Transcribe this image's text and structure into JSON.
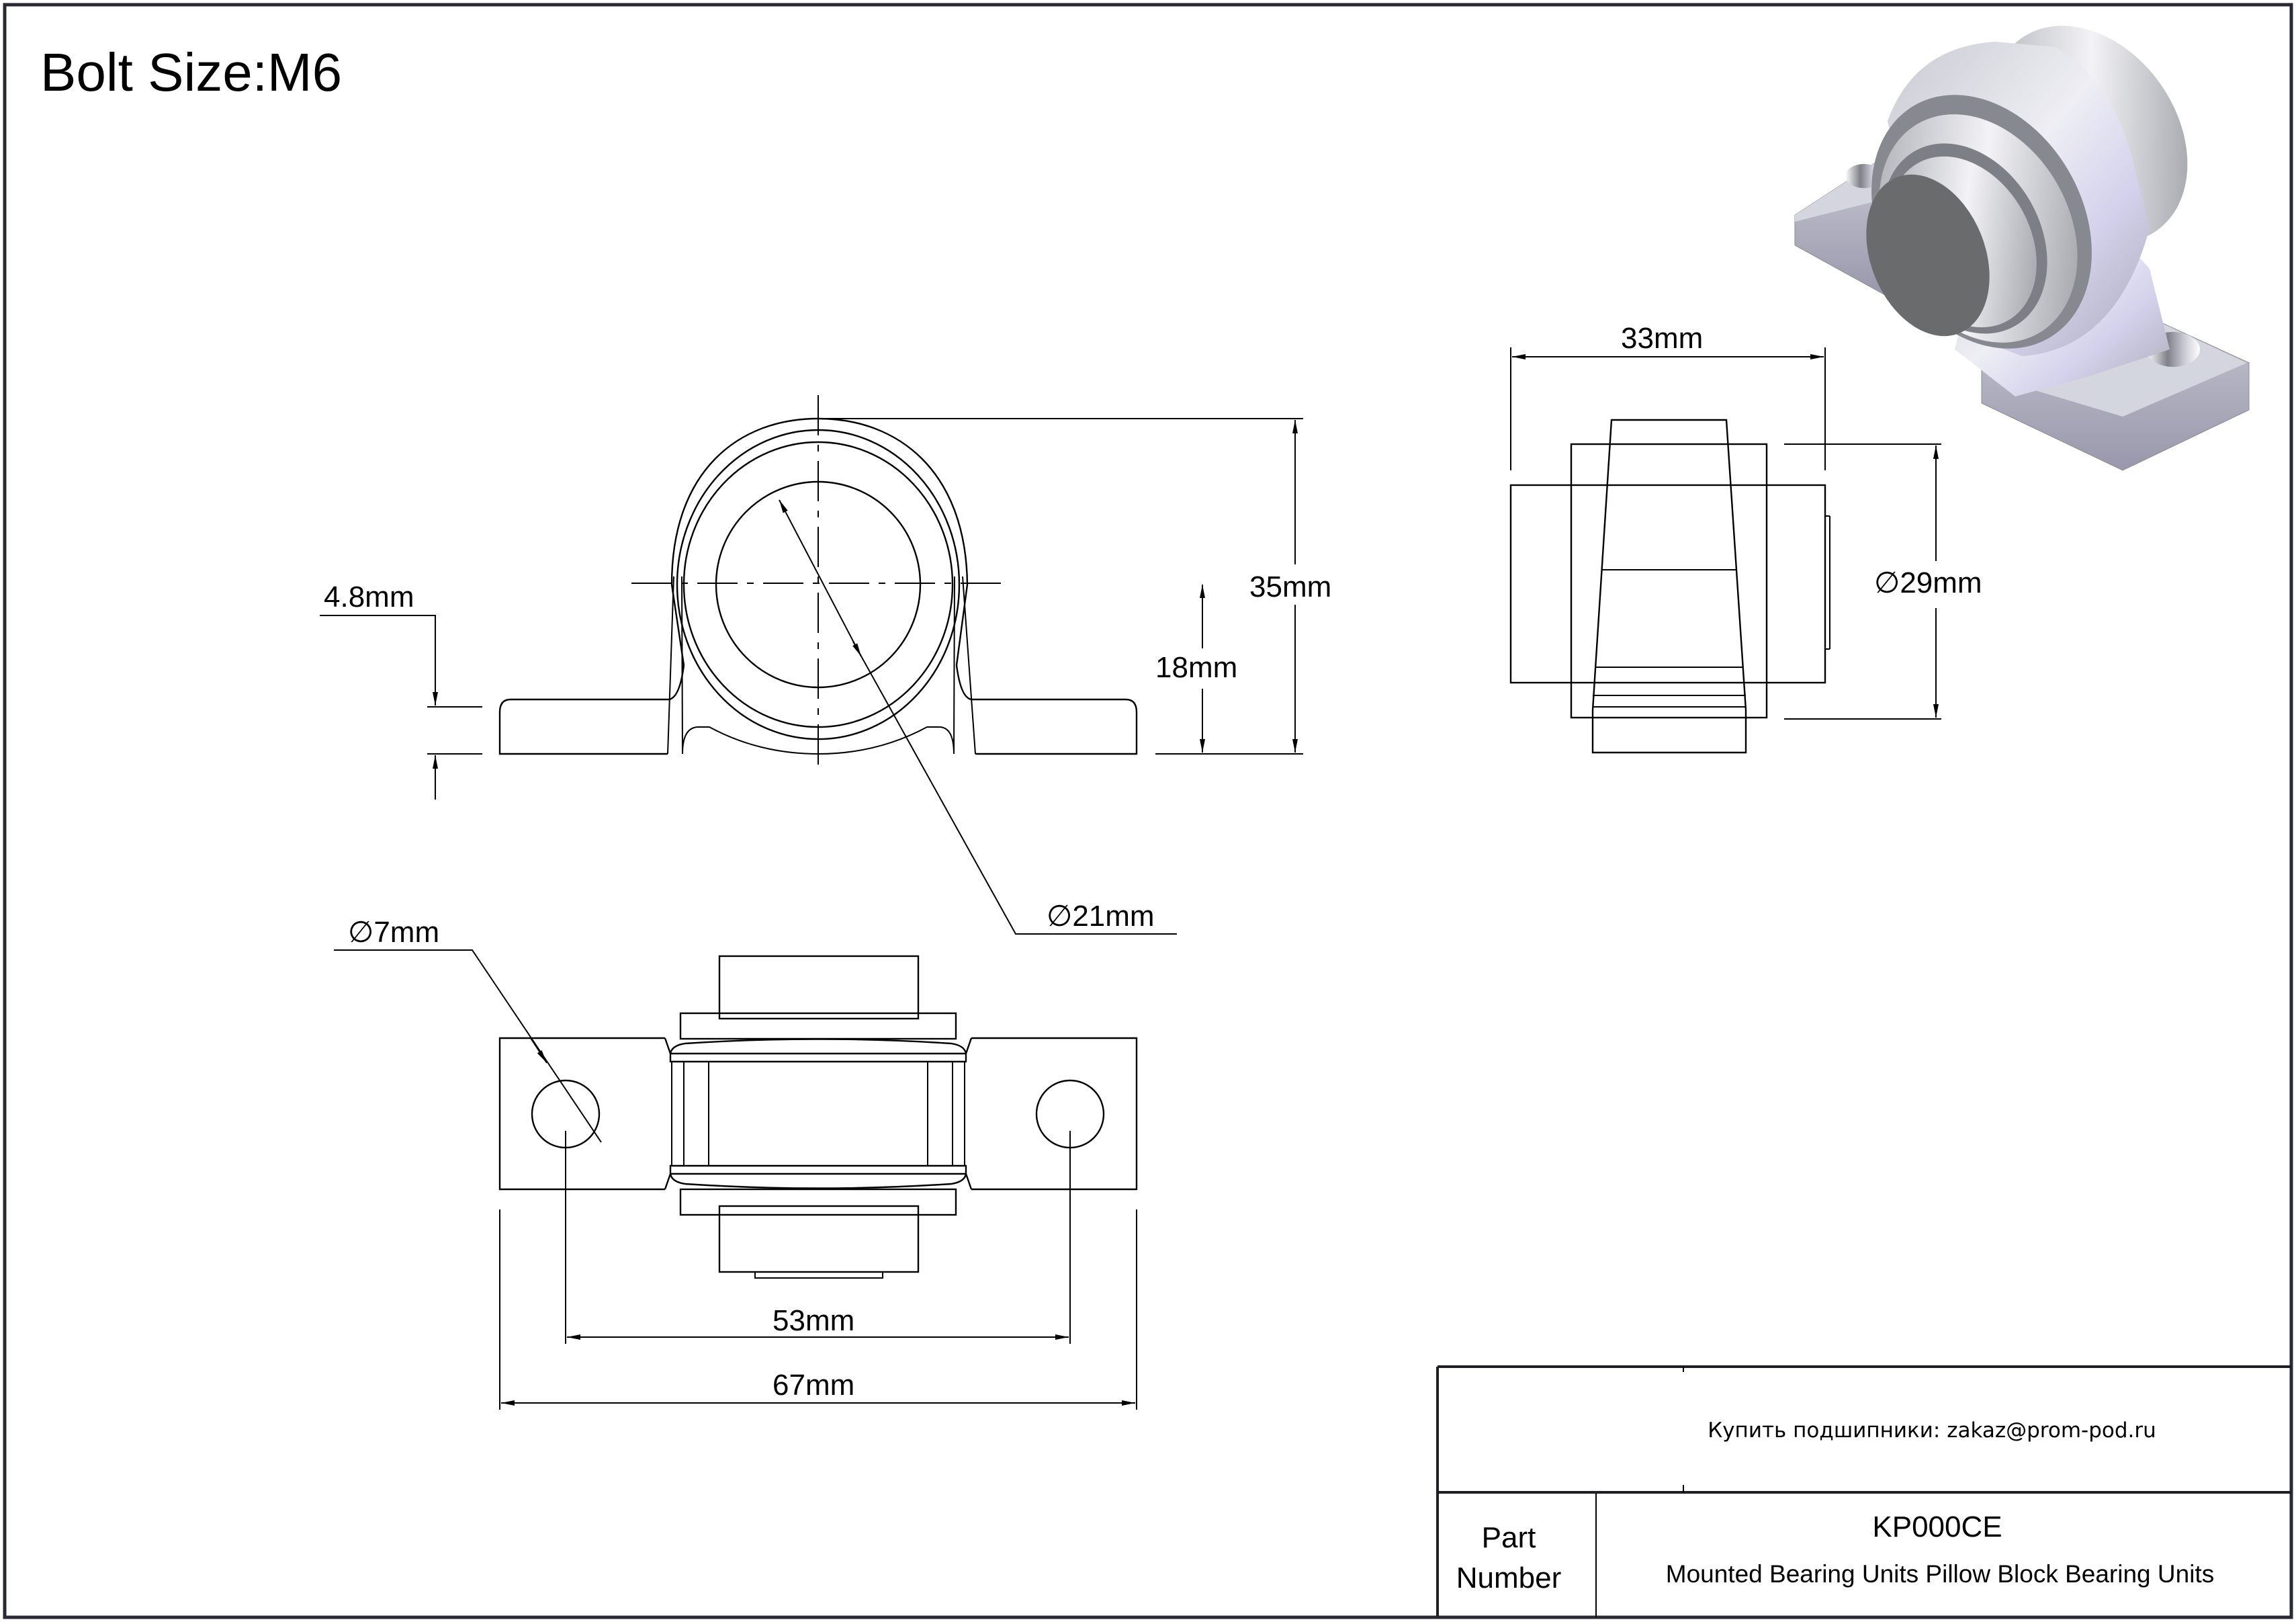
{
  "drawing": {
    "title": "Bolt Size:M6",
    "views": {
      "front": {
        "dimensions": {
          "total_height": "35mm",
          "center_height": "18mm",
          "base_thickness": "4.8mm",
          "bore_diameter": "21mm"
        }
      },
      "side": {
        "dimensions": {
          "width": "33mm",
          "housing_diameter": "29mm"
        }
      },
      "top": {
        "dimensions": {
          "hole_diameter": "7mm",
          "hole_spacing": "53mm",
          "overall_length": "67mm"
        }
      }
    },
    "diameter_symbol": "∅",
    "render_3d": {
      "label": "isometric-render",
      "colors": {
        "housing_light": "#d9dbe6",
        "housing_mid": "#b8bac6",
        "housing_dark": "#7c7e86",
        "shaft_face": "#6b6c6e",
        "highlight": "#eeeef6",
        "tint": "#d8d4ee"
      }
    }
  },
  "title_block": {
    "contact": "Купить подшипники: zakaz@prom-pod.ru",
    "part_label_line1": "Part",
    "part_label_line2": "Number",
    "part_number": "KP000CE",
    "description": "Mounted Bearing Units Pillow Block Bearing Units"
  }
}
